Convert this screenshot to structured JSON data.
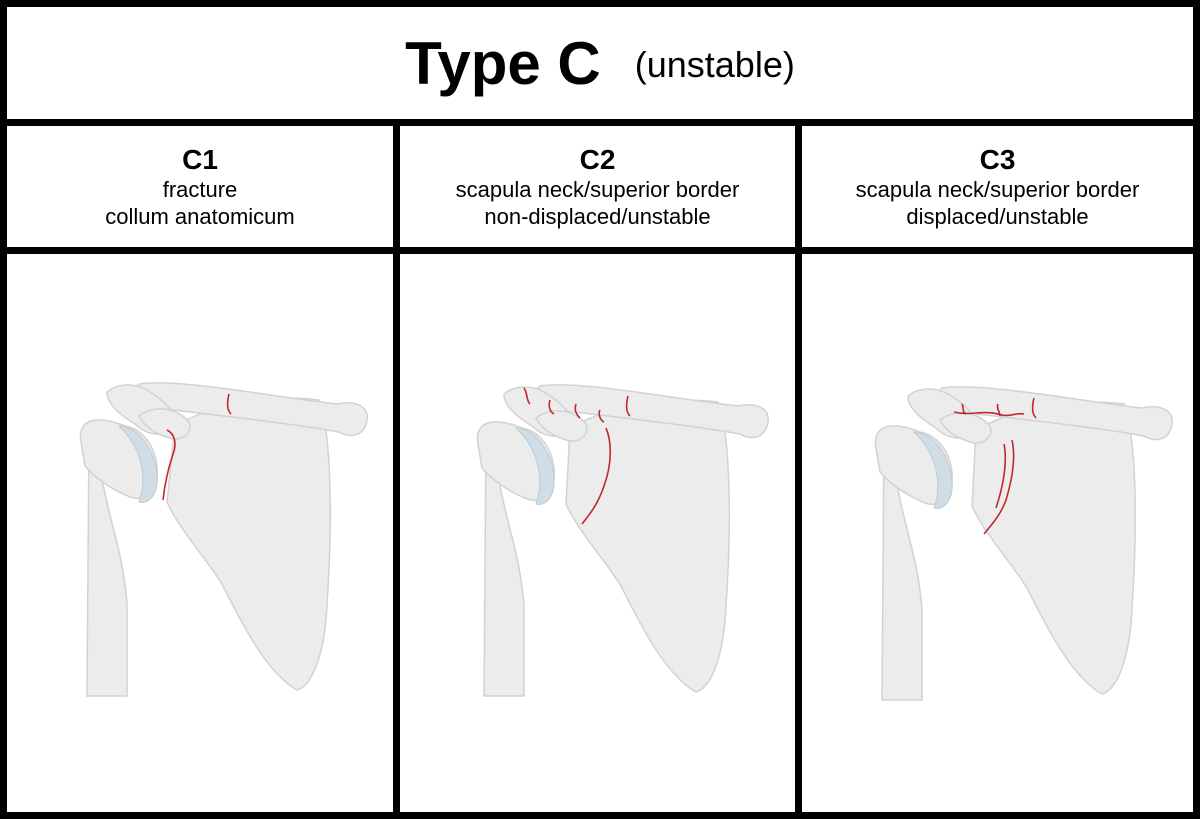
{
  "title": {
    "main": "Type C",
    "sub": "(unstable)"
  },
  "columns": [
    {
      "code": "C1",
      "lines": [
        "fracture",
        "collum anatomicum"
      ]
    },
    {
      "code": "C2",
      "lines": [
        "scapula neck/superior border",
        "non-displaced/unstable"
      ]
    },
    {
      "code": "C3",
      "lines": [
        "scapula neck/superior border",
        "displaced/unstable"
      ]
    }
  ],
  "colors": {
    "border": "#000000",
    "bone": "#ececec",
    "bone_outline": "#d2d2d2",
    "cartilage": "#cfdde6",
    "fracture": "#c0282d"
  }
}
